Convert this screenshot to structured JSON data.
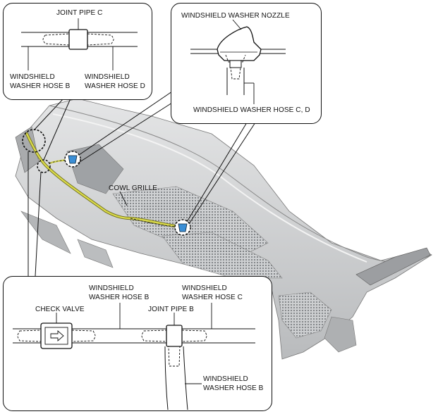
{
  "callout_top_left": {
    "joint_pipe": "JOINT PIPE C",
    "hose_left_l1": "WINDSHIELD",
    "hose_left_l2": "WASHER HOSE B",
    "hose_right_l1": "WINDSHIELD",
    "hose_right_l2": "WASHER HOSE D"
  },
  "callout_top_right": {
    "nozzle": "WINDSHIELD WASHER NOZZLE",
    "hose": "WINDSHIELD WASHER HOSE C, D"
  },
  "main": {
    "cowl_grille": "COWL GRILLE"
  },
  "callout_bottom": {
    "check_valve": "CHECK VALVE",
    "hose_b_top_l1": "WINDSHIELD",
    "hose_b_top_l2": "WASHER HOSE B",
    "hose_c_l1": "WINDSHIELD",
    "hose_c_l2": "WASHER HOSE C",
    "joint_pipe": "JOINT PIPE B",
    "hose_b_bottom_l1": "WINDSHIELD",
    "hose_b_bottom_l2": "WASHER HOSE B"
  },
  "colors": {
    "hose": "#c9c93a",
    "nozzle": "#3b8fd6",
    "panel_fill": "#d4d6d8",
    "panel_dark": "#9a9c9f"
  }
}
